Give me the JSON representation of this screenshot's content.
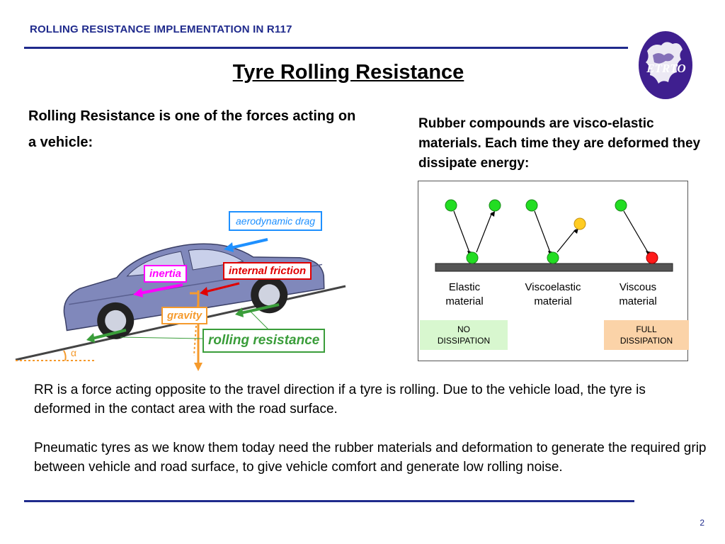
{
  "header": {
    "title": "ROLLING RESISTANCE IMPLEMENTATION IN R117"
  },
  "logo": {
    "text": "ETRTO"
  },
  "slide": {
    "title": "Tyre Rolling Resistance",
    "left_intro": "Rolling Resistance is one of the forces acting on a vehicle:",
    "right_intro": "Rubber compounds are visco-elastic materials. Each time they are deformed they dissipate energy:",
    "paragraph_1": "RR is a force acting opposite to the travel direction if a tyre is rolling. Due to the vehicle load, the tyre is deformed in the contact area with the road surface.",
    "paragraph_2": "Pneumatic tyres as we know them today need the rubber materials and deformation to generate the required grip between vehicle and road surface, to give vehicle comfort and generate low rolling noise.",
    "page_number": "2"
  },
  "forces_diagram": {
    "labels": {
      "aerodynamic_drag": "aerodynamic drag",
      "inertia": "inertia",
      "internal_friction": "internal friction",
      "gravity": "gravity",
      "rolling_resistance": "rolling resistance",
      "angle": "α"
    },
    "colors": {
      "aero": "#1e90ff",
      "inertia": "#ff00ff",
      "friction": "#e00000",
      "gravity": "#f59a2c",
      "rolling": "#3a9d3a",
      "car": "#7e86b8"
    }
  },
  "materials_diagram": {
    "materials": [
      {
        "name_line1": "Elastic",
        "name_line2": "material",
        "rebound": "full",
        "ball_color": "#22dd22"
      },
      {
        "name_line1": "Viscoelastic",
        "name_line2": "material",
        "rebound": "partial",
        "ball_color": "#ffcc22"
      },
      {
        "name_line1": "Viscous",
        "name_line2": "material",
        "rebound": "none",
        "ball_color": "#ff1a1a"
      }
    ],
    "badges": [
      {
        "line1": "NO",
        "line2": "DISSIPATION",
        "color": "#d8f7cf"
      },
      {
        "line1": "FULL",
        "line2": "DISSIPATION",
        "color": "#fbd3a8"
      }
    ]
  }
}
